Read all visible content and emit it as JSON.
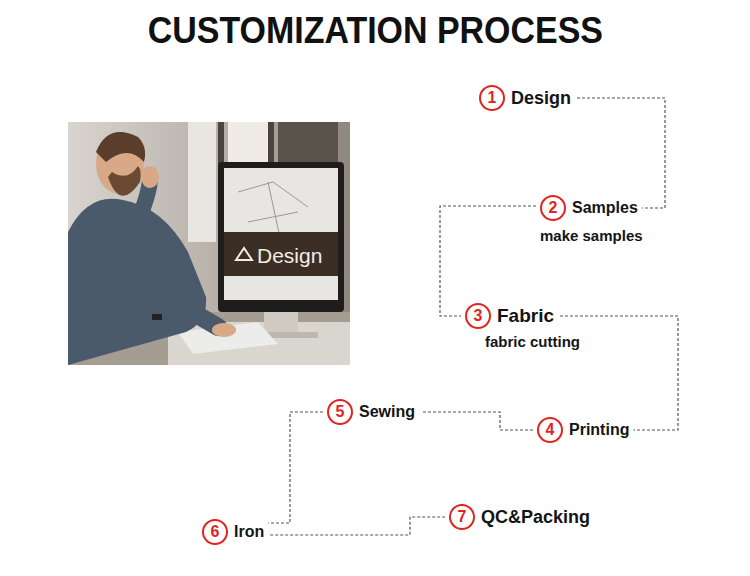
{
  "diagram": {
    "title": "CUSTOMIZATION PROCESS",
    "nodes": [
      {
        "text": [
          "1",
          "Design"
        ]
      },
      {
        "text": [
          "2",
          "Samples",
          "make samples"
        ]
      },
      {
        "text": [
          "3",
          "Fabric",
          "fabric cutting"
        ]
      },
      {
        "text": [
          "4",
          "Printing"
        ]
      },
      {
        "text": [
          "5",
          "Sewing"
        ]
      },
      {
        "text": [
          "6",
          "Iron"
        ]
      },
      {
        "text": [
          "7",
          "QC&Packing"
        ]
      }
    ],
    "edges": [
      {
        "from": 0,
        "to": 1,
        "arrow": "none"
      },
      {
        "from": 1,
        "to": 2,
        "arrow": "none"
      },
      {
        "from": 2,
        "to": 3,
        "arrow": "none"
      },
      {
        "from": 3,
        "to": 4,
        "arrow": "none"
      },
      {
        "from": 4,
        "to": 5,
        "arrow": "none"
      },
      {
        "from": 5,
        "to": 6,
        "arrow": "none"
      }
    ],
    "labels": [
      "Design"
    ]
  }
}
